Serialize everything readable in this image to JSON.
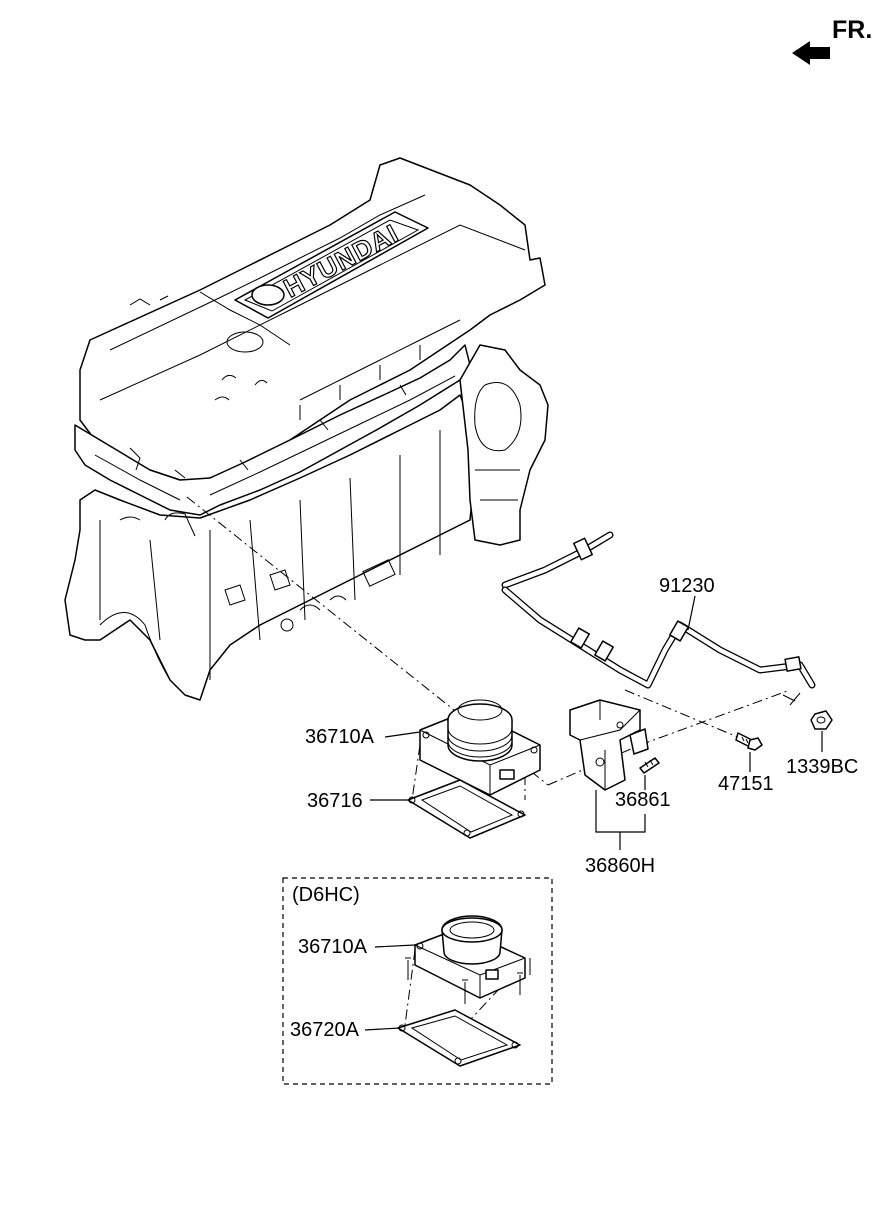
{
  "orientation": {
    "label": "FR."
  },
  "engine": {
    "logo_text": "HYUNDAI"
  },
  "callouts": {
    "pipe": "91230",
    "throttle_body_main": "36710A",
    "gasket_main": "36716",
    "bolt": "47151",
    "nut": "1339BC",
    "screw": "36861",
    "bracket_assembly": "36860H"
  },
  "variant": {
    "title": "(D6HC)",
    "throttle_body": "36710A",
    "gasket": "36720A"
  }
}
